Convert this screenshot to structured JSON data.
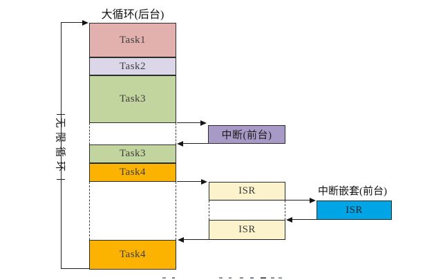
{
  "diagram": {
    "title": "大循环(后台)",
    "loop_label": "无限循环",
    "background_tasks": [
      {
        "id": "task1",
        "label": "Task1",
        "color": "#e2b1ad"
      },
      {
        "id": "task2",
        "label": "Task2",
        "color": "#dbd7e9"
      },
      {
        "id": "task3",
        "label": "Task3",
        "color": "#c3d59f"
      },
      {
        "id": "task3-resume",
        "label": "Task3",
        "color": "#c3d59f"
      },
      {
        "id": "task4",
        "label": "Task4",
        "color": "#fbb300"
      },
      {
        "id": "task4-resume",
        "label": "Task4",
        "color": "#fbb300"
      }
    ],
    "foreground": {
      "interrupt": {
        "label": "中断(前台)",
        "color": "#a89ac6"
      },
      "isr_first": {
        "label": "ISR",
        "color": "#fcf2cc"
      },
      "isr_second": {
        "label": "ISR",
        "color": "#fcf2cc"
      },
      "nested": {
        "title": "中断嵌套(前台)",
        "isr_label": "ISR",
        "color": "#00a5e6"
      }
    },
    "line_color": "#1c1c1c"
  }
}
